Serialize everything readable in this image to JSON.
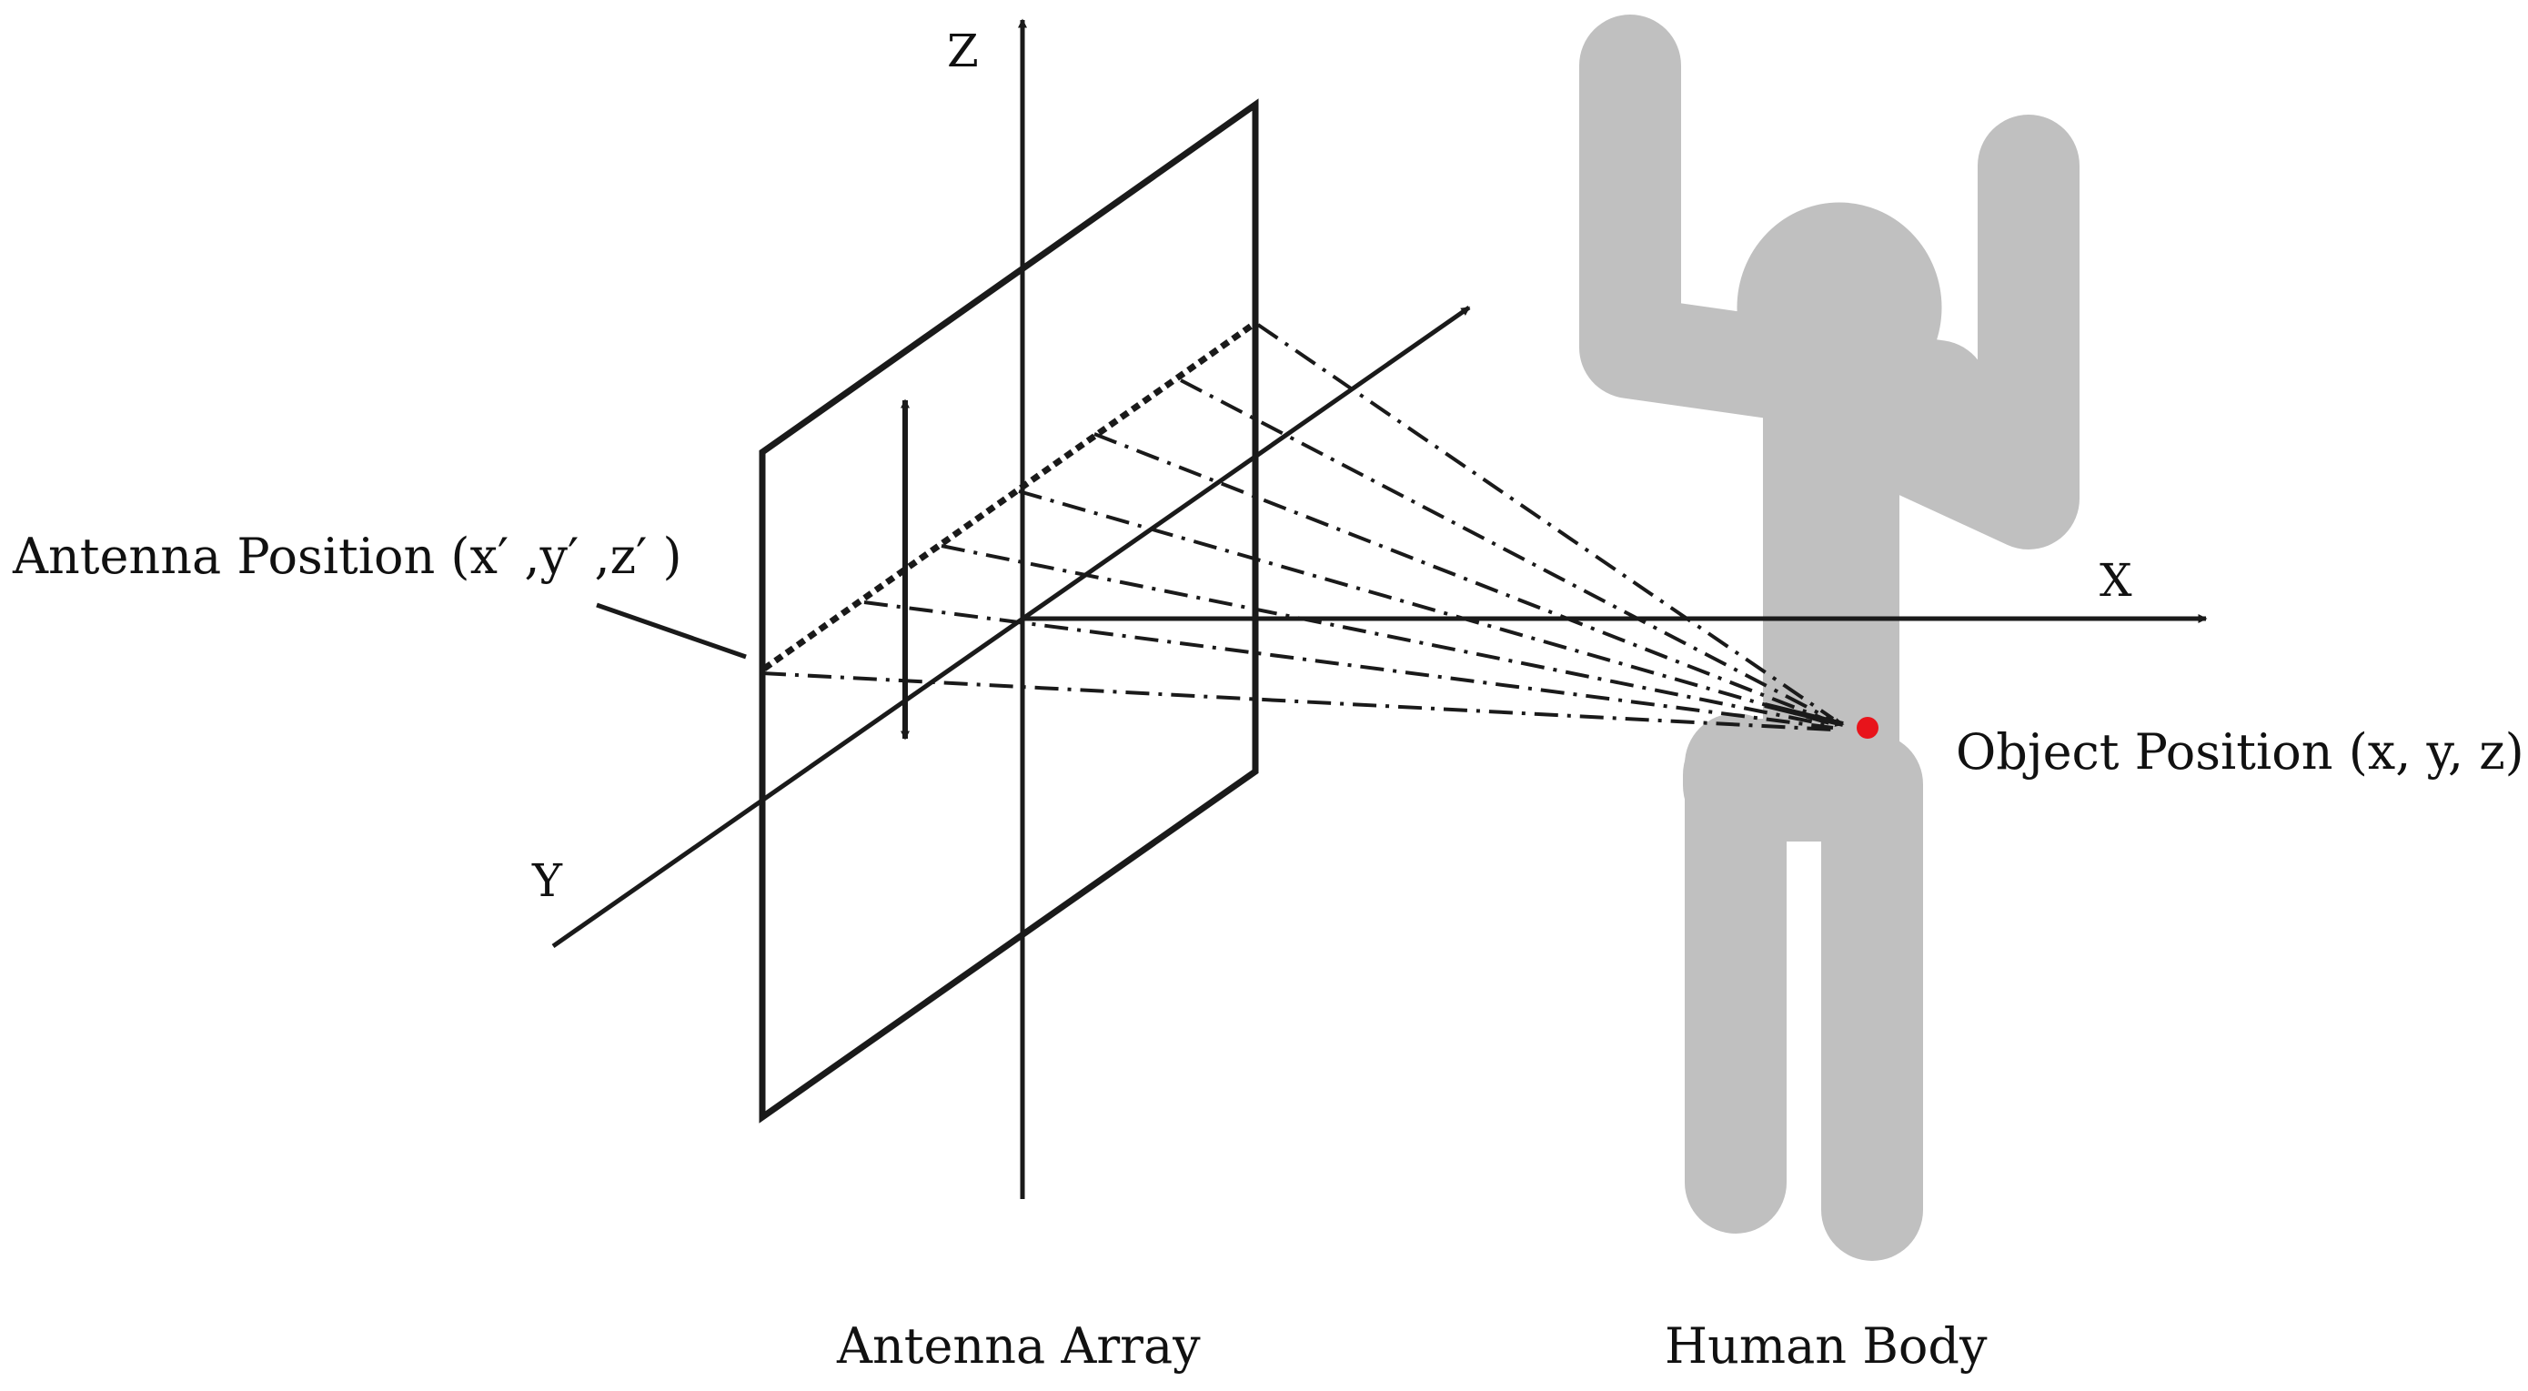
{
  "labels": {
    "z_axis": "Z",
    "x_axis": "X",
    "y_axis": "Y",
    "antenna_position": "Antenna Position  (x′ ,y′ ,z′ )",
    "object_position": "Object Position  (x, y, z)",
    "antenna_array": "Antenna Array",
    "human_body": "Human Body"
  },
  "colors": {
    "line": "#1a1a1a",
    "body": "#c0c0c0",
    "object_dot": "#e8141b"
  }
}
